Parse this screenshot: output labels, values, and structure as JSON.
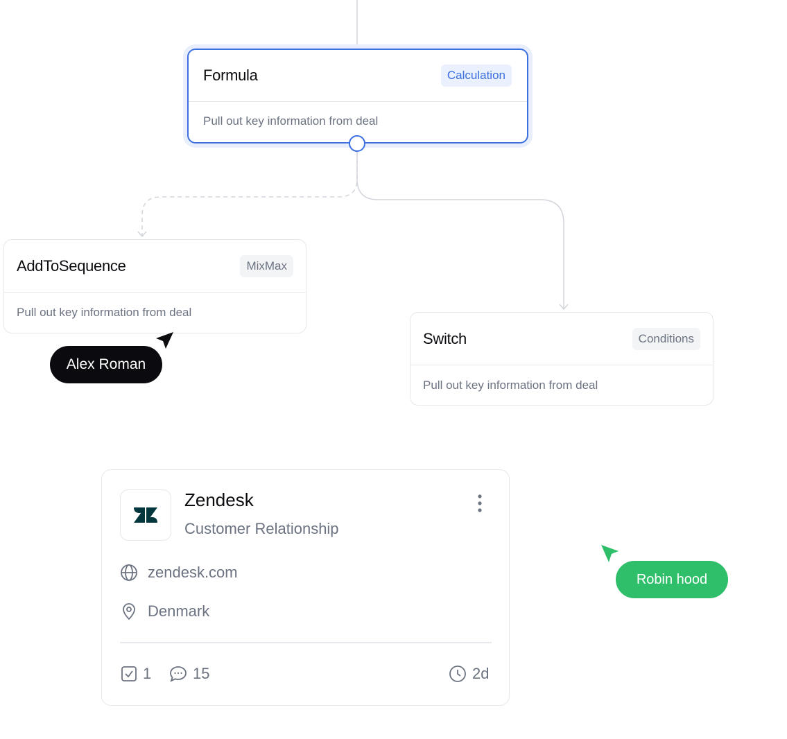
{
  "nodes": {
    "formula": {
      "title": "Formula",
      "tag": "Calculation",
      "description": "Pull out key information from deal"
    },
    "add_to_sequence": {
      "title": "AddToSequence",
      "tag": "MixMax",
      "description": "Pull out key information from deal"
    },
    "switch": {
      "title": "Switch",
      "tag": "Conditions",
      "description": "Pull out key information from deal"
    }
  },
  "cursors": {
    "alex": {
      "name": "Alex Roman",
      "color": "#0b0b0f"
    },
    "robin": {
      "name": "Robin hood",
      "color": "#2fbf6a"
    }
  },
  "company_card": {
    "logo_icon": "zendesk-logo",
    "name": "Zendesk",
    "category": "Customer Relationship",
    "website": "zendesk.com",
    "location": "Denmark",
    "tasks_count": "1",
    "comments_count": "15",
    "time_ago": "2d"
  },
  "colors": {
    "accent": "#3b6fe0",
    "border": "#e5e7eb",
    "muted_text": "#6b7280",
    "brand_dark": "#03363d"
  }
}
